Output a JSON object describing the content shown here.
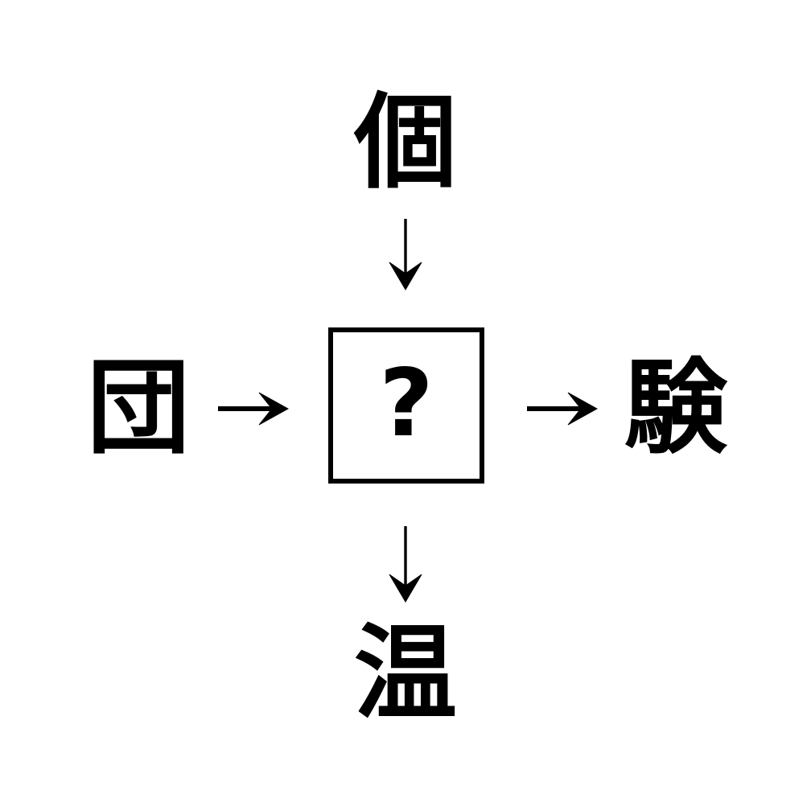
{
  "page": {
    "title": "Kanji Compound Puzzle",
    "background_color": "#ffffff",
    "ink_color": "#000000",
    "layout": "cross"
  },
  "puzzle": {
    "center": {
      "label": "?",
      "name": "unknown-kanji",
      "box_border_color": "#000000"
    },
    "top": {
      "kanji": "個",
      "position": "top",
      "relation": "prefix",
      "compound_pattern": "個 + ?"
    },
    "left": {
      "kanji": "団",
      "position": "left",
      "relation": "prefix",
      "compound_pattern": "団 + ?"
    },
    "right": {
      "kanji": "験",
      "position": "right",
      "relation": "suffix",
      "compound_pattern": "? + 験"
    },
    "bottom": {
      "kanji": "温",
      "position": "bottom",
      "relation": "suffix",
      "compound_pattern": "? + 温"
    }
  },
  "arrows": {
    "top_to_center": {
      "glyph": "↓",
      "direction": "down",
      "name": "arrow-down-into-center"
    },
    "left_to_center": {
      "glyph": "→",
      "direction": "right",
      "name": "arrow-right-into-center"
    },
    "center_to_right": {
      "glyph": "→",
      "direction": "right",
      "name": "arrow-right-out-of-center"
    },
    "center_to_bottom": {
      "glyph": "↓",
      "direction": "down",
      "name": "arrow-down-out-of-center"
    }
  }
}
